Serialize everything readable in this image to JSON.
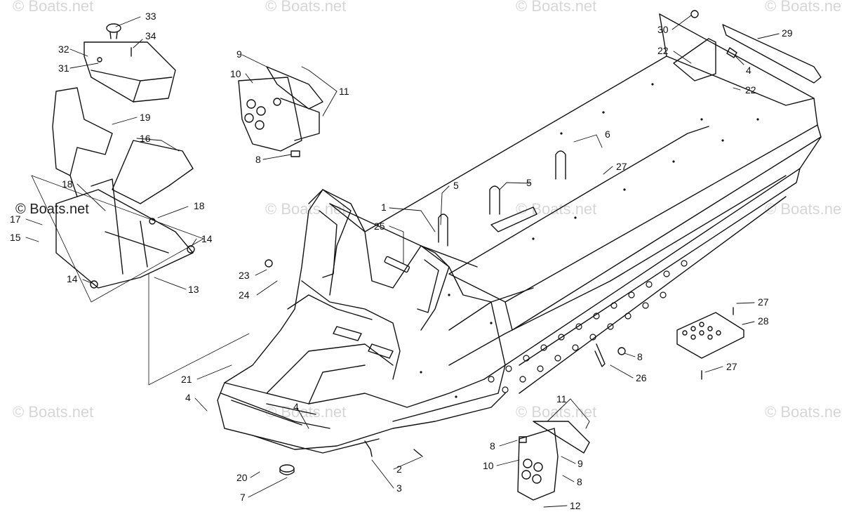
{
  "watermark": "© Boats.net",
  "watermark_prominent": "© Boats.net",
  "part_labels": [
    {
      "id": "l33",
      "text": "33"
    },
    {
      "id": "l34",
      "text": "34"
    },
    {
      "id": "l32",
      "text": "32"
    },
    {
      "id": "l31",
      "text": "31"
    },
    {
      "id": "l19",
      "text": "19"
    },
    {
      "id": "l16",
      "text": "16"
    },
    {
      "id": "l18a",
      "text": "18"
    },
    {
      "id": "l18b",
      "text": "18"
    },
    {
      "id": "l17",
      "text": "17"
    },
    {
      "id": "l15",
      "text": "15"
    },
    {
      "id": "l14a",
      "text": "14"
    },
    {
      "id": "l14b",
      "text": "14"
    },
    {
      "id": "l13",
      "text": "13"
    },
    {
      "id": "l9a",
      "text": "9"
    },
    {
      "id": "l10a",
      "text": "10"
    },
    {
      "id": "l11a",
      "text": "11"
    },
    {
      "id": "l8a",
      "text": "8"
    },
    {
      "id": "l30",
      "text": "30"
    },
    {
      "id": "l29",
      "text": "29"
    },
    {
      "id": "l22a",
      "text": "22"
    },
    {
      "id": "l4a",
      "text": "4"
    },
    {
      "id": "l22b",
      "text": "22"
    },
    {
      "id": "l6",
      "text": "6"
    },
    {
      "id": "l27a",
      "text": "27"
    },
    {
      "id": "l5a",
      "text": "5"
    },
    {
      "id": "l5b",
      "text": "5"
    },
    {
      "id": "l1",
      "text": "1"
    },
    {
      "id": "l25",
      "text": "25"
    },
    {
      "id": "l23",
      "text": "23"
    },
    {
      "id": "l24",
      "text": "24"
    },
    {
      "id": "l27b",
      "text": "27"
    },
    {
      "id": "l28",
      "text": "28"
    },
    {
      "id": "l27c",
      "text": "27"
    },
    {
      "id": "l8b",
      "text": "8"
    },
    {
      "id": "l26",
      "text": "26"
    },
    {
      "id": "l21",
      "text": "21"
    },
    {
      "id": "l4b",
      "text": "4"
    },
    {
      "id": "l4c",
      "text": "4"
    },
    {
      "id": "l11b",
      "text": "11"
    },
    {
      "id": "l8c",
      "text": "8"
    },
    {
      "id": "l9b",
      "text": "9"
    },
    {
      "id": "l10b",
      "text": "10"
    },
    {
      "id": "l8d",
      "text": "8"
    },
    {
      "id": "l2",
      "text": "2"
    },
    {
      "id": "l3",
      "text": "3"
    },
    {
      "id": "l20",
      "text": "20"
    },
    {
      "id": "l7",
      "text": "7"
    },
    {
      "id": "l12",
      "text": "12"
    }
  ]
}
